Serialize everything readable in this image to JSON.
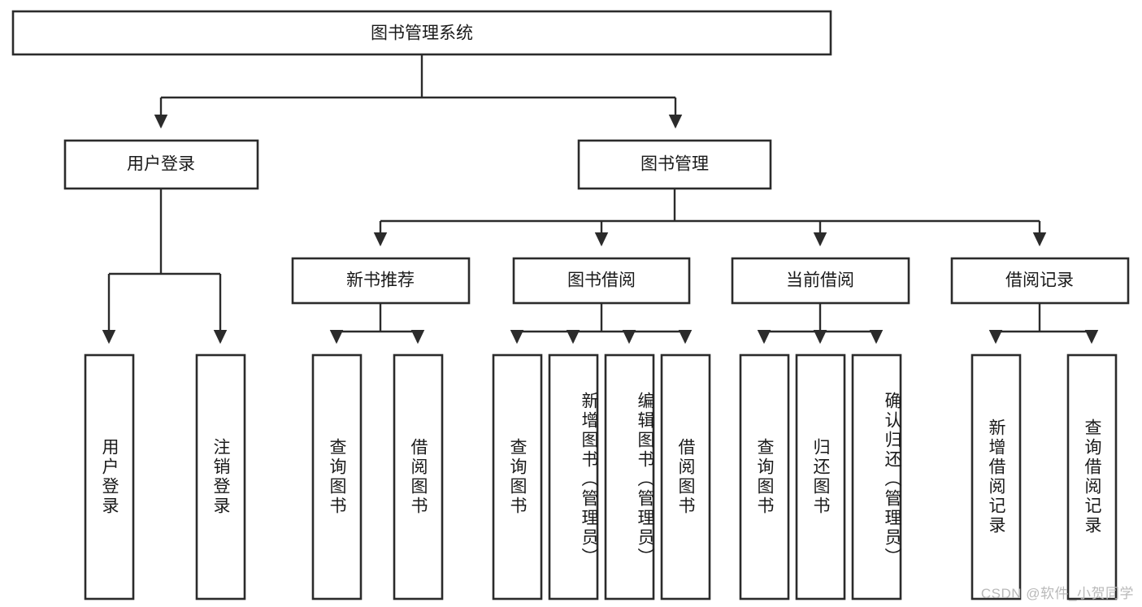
{
  "diagram": {
    "type": "tree",
    "title": "图书管理系统",
    "orientation": "top-down",
    "background_color": "#ffffff",
    "line_color": "#2b2b2b",
    "text_color": "#1a1a1a"
  },
  "nodes": {
    "root": {
      "label": "图书管理系统",
      "level": 0,
      "orientation": "horizontal"
    },
    "l1": [
      {
        "id": "user-login",
        "label": "用户登录",
        "level": 1,
        "orientation": "horizontal"
      },
      {
        "id": "book-manage",
        "label": "图书管理",
        "level": 1,
        "orientation": "horizontal"
      }
    ],
    "l2": [
      {
        "id": "new-book-recommend",
        "label": "新书推荐",
        "level": 2,
        "orientation": "horizontal"
      },
      {
        "id": "book-borrow",
        "label": "图书借阅",
        "level": 2,
        "orientation": "horizontal"
      },
      {
        "id": "current-borrow",
        "label": "当前借阅",
        "level": 2,
        "orientation": "horizontal"
      },
      {
        "id": "borrow-record",
        "label": "借阅记录",
        "level": 2,
        "orientation": "horizontal"
      }
    ],
    "leaves": [
      {
        "id": "leaf-user-login",
        "label": "用户登录",
        "parent": "user-login",
        "orientation": "vertical"
      },
      {
        "id": "leaf-user-logout",
        "label": "注销登录",
        "parent": "user-login",
        "orientation": "vertical"
      },
      {
        "id": "leaf-query-book-1",
        "label": "查询图书",
        "parent": "new-book-recommend",
        "orientation": "vertical"
      },
      {
        "id": "leaf-borrow-book-1",
        "label": "借阅图书",
        "parent": "new-book-recommend",
        "orientation": "vertical"
      },
      {
        "id": "leaf-query-book-2",
        "label": "查询图书",
        "parent": "book-borrow",
        "orientation": "vertical"
      },
      {
        "id": "leaf-add-book",
        "label": "新增图书（管理员）",
        "parent": "book-borrow",
        "orientation": "vertical"
      },
      {
        "id": "leaf-edit-book",
        "label": "编辑图书（管理员）",
        "parent": "book-borrow",
        "orientation": "vertical"
      },
      {
        "id": "leaf-borrow-book-2",
        "label": "借阅图书",
        "parent": "book-borrow",
        "orientation": "vertical"
      },
      {
        "id": "leaf-query-book-3",
        "label": "查询图书",
        "parent": "current-borrow",
        "orientation": "vertical"
      },
      {
        "id": "leaf-return-book",
        "label": "归还图书",
        "parent": "current-borrow",
        "orientation": "vertical"
      },
      {
        "id": "leaf-confirm-return",
        "label": "确认归还（管理员）",
        "parent": "current-borrow",
        "orientation": "vertical"
      },
      {
        "id": "leaf-add-record",
        "label": "新增借阅记录",
        "parent": "borrow-record",
        "orientation": "vertical"
      },
      {
        "id": "leaf-query-record",
        "label": "查询借阅记录",
        "parent": "borrow-record",
        "orientation": "vertical"
      }
    ]
  },
  "watermark": {
    "text": "CSDN @软件_小贺同学"
  }
}
